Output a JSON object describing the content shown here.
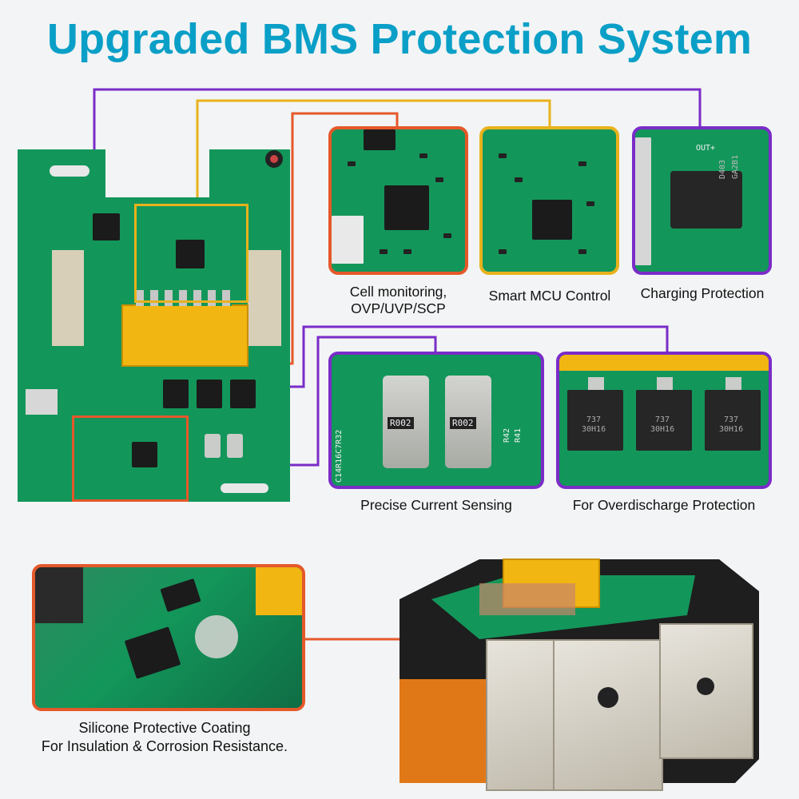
{
  "title": "Upgraded BMS Protection System",
  "captions": {
    "cell_monitoring_line1": "Cell monitoring,",
    "cell_monitoring_line2": "OVP/UVP/SCP",
    "mcu": "Smart MCU Control",
    "charging": "Charging Protection",
    "current_sensing": "Precise Current Sensing",
    "overdischarge": "For Overdischarge Protection",
    "coating_line1": "Silicone Protective Coating",
    "coating_line2": "For Insulation & Corrosion Resistance."
  },
  "markings": {
    "resistor": "R002",
    "mosfet_line1": "737",
    "mosfet_line2": "30H16",
    "regulator_line1": "D403",
    "regulator_line2": "GA2B1",
    "pcb_code": "C14R16C7R32",
    "pcb_label_r42": "R42",
    "pcb_label_r41": "R41",
    "out_label": "OUT+"
  },
  "colors": {
    "title": "#0a9fc7",
    "orange_frame": "#e5582a",
    "yellow_frame": "#e8b21c",
    "purple_frame": "#7a2cc8",
    "pcb_green": "#13965a"
  }
}
